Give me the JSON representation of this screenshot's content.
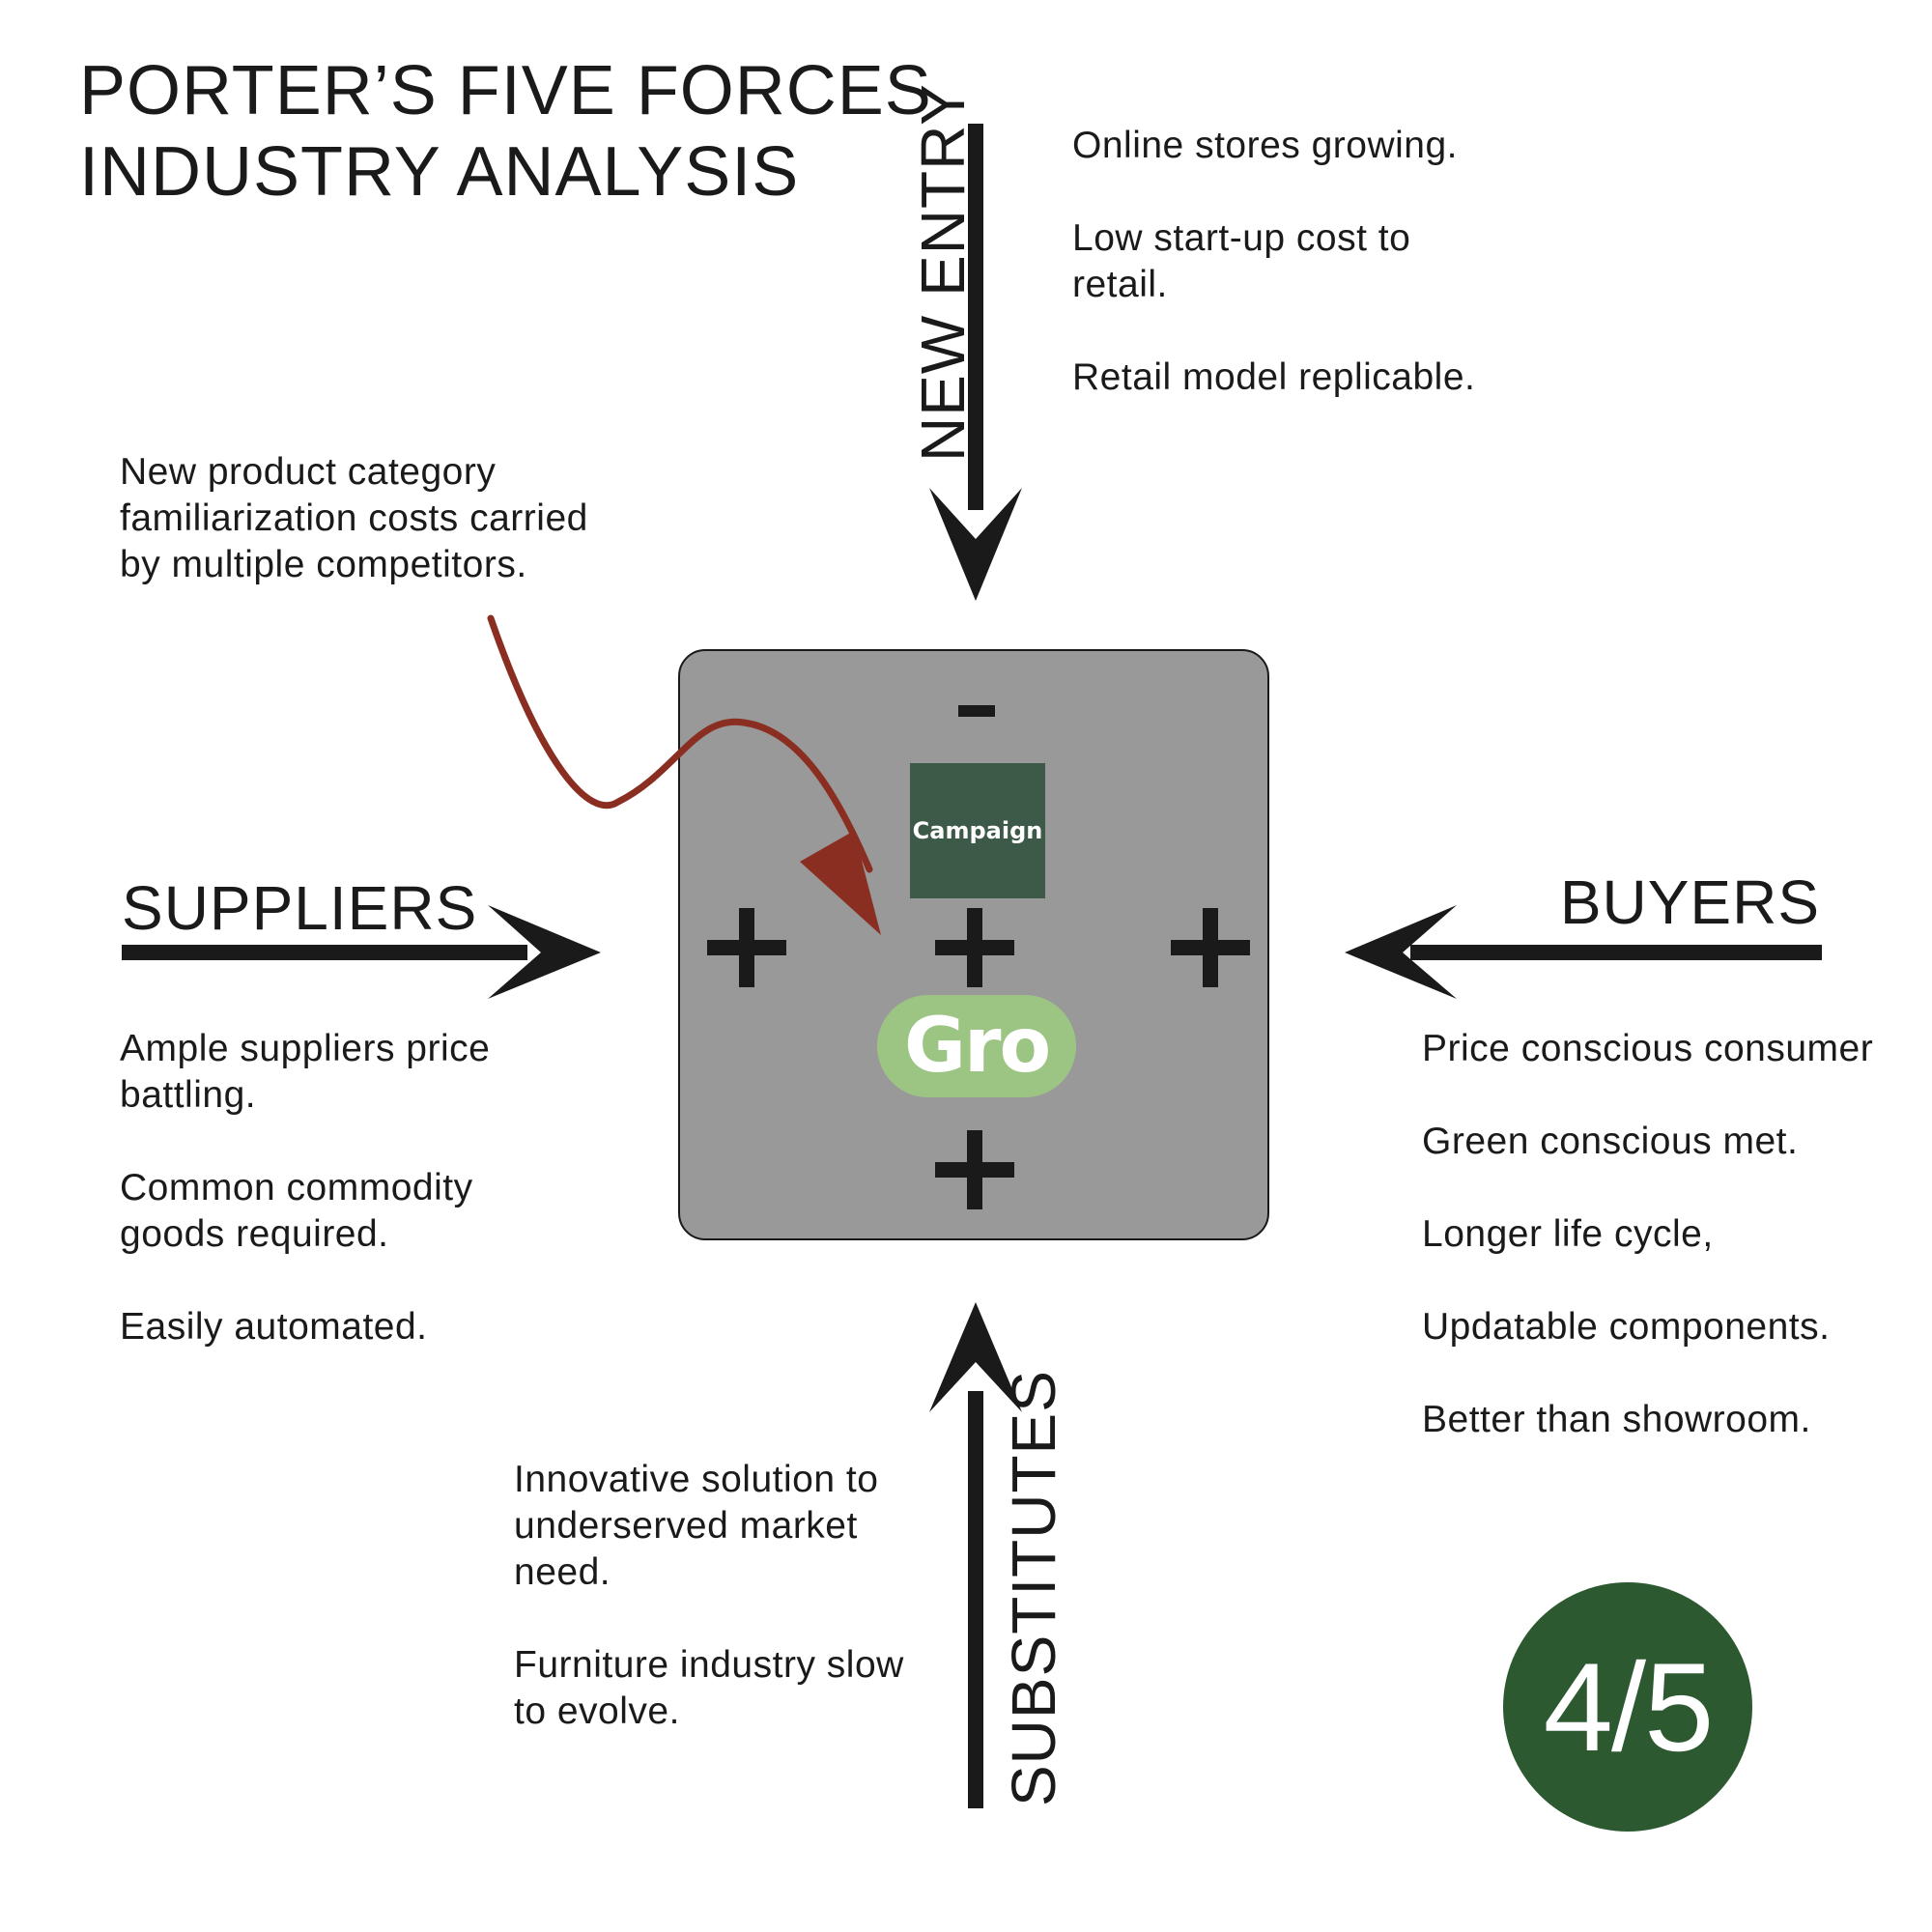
{
  "title": {
    "line1": "PORTER’S FIVE FORCES",
    "line2": "INDUSTRY ANALYSIS"
  },
  "forces": {
    "new_entry": {
      "label": "NEW ENTRY",
      "notes": [
        "Online stores growing.",
        "Low start-up cost to retail.",
        "Retail model replicable."
      ]
    },
    "suppliers": {
      "label": "SUPPLIERS",
      "notes": [
        "Ample suppliers price battling.",
        "Common commodity goods required.",
        "Easily automated."
      ]
    },
    "buyers": {
      "label": "BUYERS",
      "notes": [
        "Price conscious consumer",
        "Green conscious met.",
        "Longer life cycle,",
        "Updatable components.",
        "Better than showroom."
      ]
    },
    "substitutes": {
      "label": "SUBSTITUTES",
      "notes": [
        "Innovative solution to underserved market need.",
        "Furniture industry slow to evolve."
      ]
    },
    "rivalry": {
      "note": "New product category familiarization costs carried by multiple competitors."
    }
  },
  "center": {
    "campaign_label": "Campaign",
    "logo_text": "Gro",
    "minus_sign": "-"
  },
  "score": "4/5",
  "colors": {
    "arrow": "#1a1a1a",
    "curved_arrow": "#8b2e22",
    "center_box": "#999999",
    "campaign_bg": "#3d5a48",
    "gro_bg": "#9cc583",
    "score_bg": "#2d5930"
  }
}
